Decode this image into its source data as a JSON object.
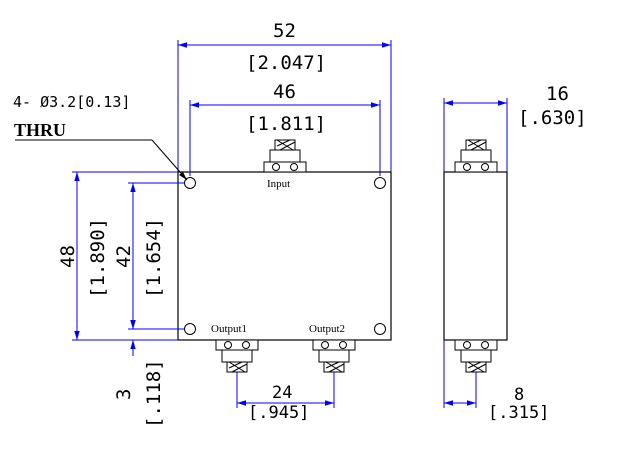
{
  "drawing": {
    "hole_callout_line1": "4- Ø3.2[0.13]",
    "hole_callout_line2": "THRU",
    "ports": {
      "input": "Input",
      "output1": "Output1",
      "output2": "Output2"
    },
    "dimensions": {
      "overall_width_mm": "52",
      "overall_width_in": "[2.047]",
      "hole_spacing_width_mm": "46",
      "hole_spacing_width_in": "[1.811]",
      "overall_height_mm": "48",
      "overall_height_in": "[1.890]",
      "hole_spacing_height_mm": "42",
      "hole_spacing_height_in": "[1.654]",
      "hole_edge_offset_mm": "3",
      "hole_edge_offset_in": "[.118]",
      "output_spacing_mm": "24",
      "output_spacing_in": "[.945]",
      "thickness_mm": "16",
      "thickness_in": "[.630]",
      "connector_offset_mm": "8",
      "connector_offset_in": "[.315]"
    },
    "colors": {
      "dimension_line": "#0000ff",
      "outline": "#000000"
    }
  }
}
